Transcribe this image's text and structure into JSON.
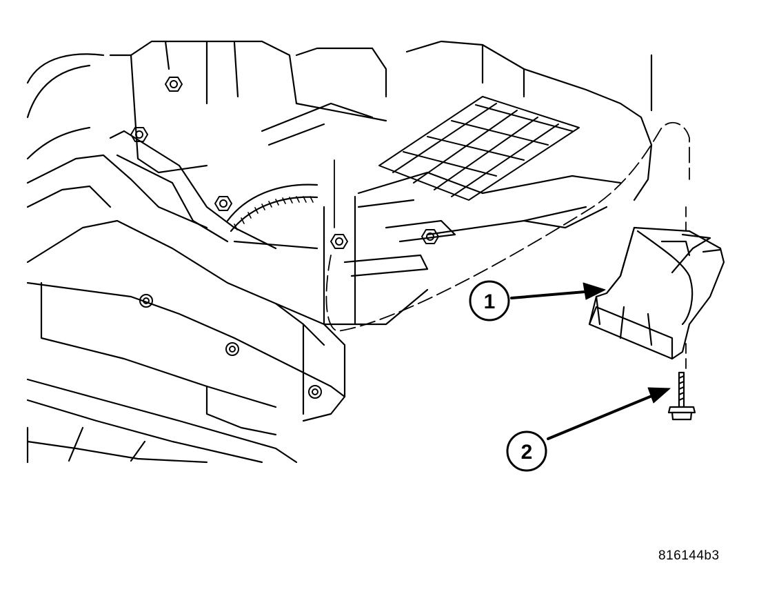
{
  "figure": {
    "id": "816144b3"
  },
  "callouts": [
    {
      "number": "1",
      "part_icon": "skid-shield-icon"
    },
    {
      "number": "2",
      "part_icon": "flange-bolt-icon"
    }
  ],
  "colors": {
    "line": "#000000",
    "background": "#ffffff",
    "shading": "#e8e8e8"
  }
}
